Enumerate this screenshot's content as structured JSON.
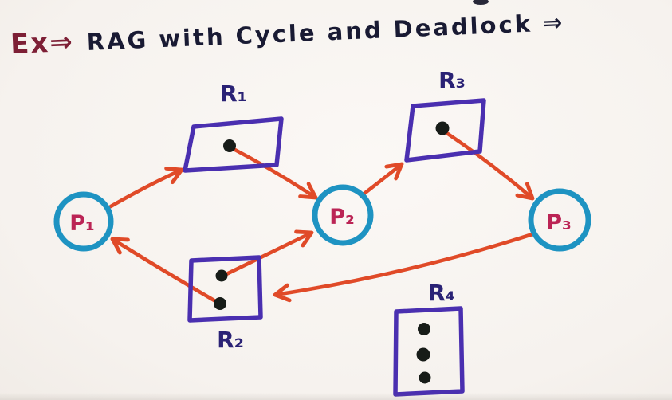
{
  "title": {
    "prefix": "Ex⇒",
    "text": "RAG with Cycle and Deadlock ⇒"
  },
  "labels": {
    "p1": "P₁",
    "p2": "P₂",
    "p3": "P₃",
    "r1": "R₁",
    "r2": "R₂",
    "r3": "R₃",
    "r4": "R₄"
  },
  "diagram": {
    "type": "resource-allocation-graph",
    "processes": [
      "P1",
      "P2",
      "P3"
    ],
    "resources": [
      {
        "id": "R1",
        "instances": 1
      },
      {
        "id": "R2",
        "instances": 2
      },
      {
        "id": "R3",
        "instances": 1
      },
      {
        "id": "R4",
        "instances": 3
      }
    ],
    "edges": [
      {
        "from": "P1",
        "to": "R1",
        "kind": "request"
      },
      {
        "from": "R1",
        "to": "P2",
        "kind": "assignment"
      },
      {
        "from": "P2",
        "to": "R3",
        "kind": "request"
      },
      {
        "from": "R3",
        "to": "P3",
        "kind": "assignment"
      },
      {
        "from": "P3",
        "to": "R2",
        "kind": "request"
      },
      {
        "from": "R2",
        "to": "P2",
        "kind": "assignment"
      },
      {
        "from": "R2",
        "to": "P1",
        "kind": "assignment"
      }
    ]
  },
  "colors": {
    "paper": "#f8f4f0",
    "resource_box": "#4a2fb0",
    "process_circle": "#1e93c2",
    "edge_arrow": "#e04a28",
    "process_label": "#bb2455",
    "resource_label": "#2a2275",
    "title_ink": "#191a33",
    "title_prefix_ink": "#7d1f35",
    "instance_dot": "#171c18"
  }
}
